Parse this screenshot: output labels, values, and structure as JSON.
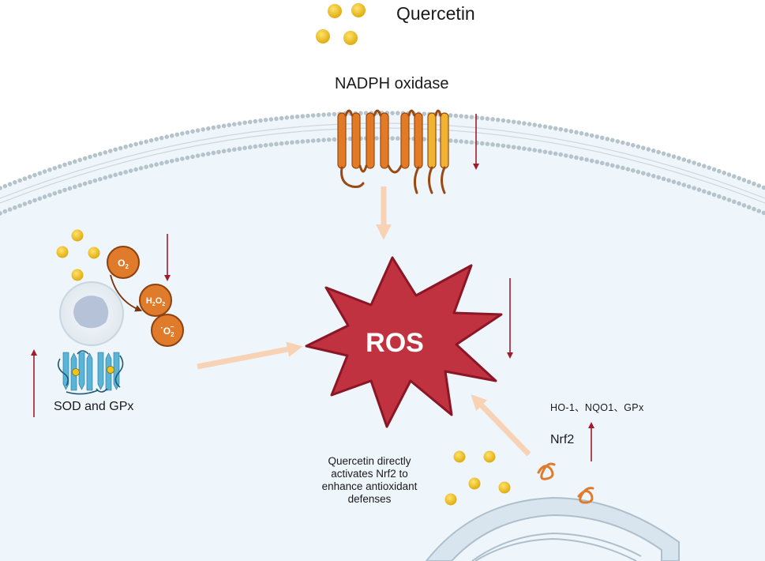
{
  "labels": {
    "quercetin": "Quercetin",
    "nadph_oxidase": "NADPH oxidase",
    "ros": "ROS",
    "o2": "O",
    "o2_sub": "2",
    "h2o2_h": "H",
    "h2o2_sub1": "2",
    "h2o2_o": "O",
    "h2o2_sub2": "2",
    "superoxide_dot": "·",
    "superoxide_o": "O",
    "superoxide_sub": "2",
    "superoxide_sup": "−",
    "sod_gpx": "SOD and GPx",
    "antioxidant_targets": "HO-1、NQO1、GPx",
    "nrf2": "Nrf2",
    "quercetin_description": "Quercetin directly activates Nrf2 to enhance antioxidant defenses"
  },
  "colors": {
    "cytoplasm": "#eef5fb",
    "membrane_bead": "#b4c3cc",
    "quercetin_bead": "#f2c318",
    "ros_fill": "#c0323f",
    "ros_stroke": "#8a1626",
    "molecule_fill": "#e07b2c",
    "molecule_stroke": "#8c4210",
    "oxidase_orange": "#e37a26",
    "oxidase_yellow": "#f0b432",
    "regulation_arrow": "#a01c2c",
    "flow_arrow": "#f8d2b4",
    "enzyme_blue": "#5ab4d6",
    "er_fill": "#d8e4ee"
  },
  "icons": [
    "quercetin-molecule-icon",
    "nadph-oxidase-icon",
    "ros-burst-icon",
    "cell-icon",
    "enzyme-structure-icon",
    "nrf2-protein-icon",
    "endoplasmic-reticulum-icon"
  ],
  "regulation": {
    "nadph_oxidase": "down",
    "sod_gpx": "up",
    "superoxide_conversion": "down",
    "ros": "down",
    "antioxidant_targets": "up"
  }
}
